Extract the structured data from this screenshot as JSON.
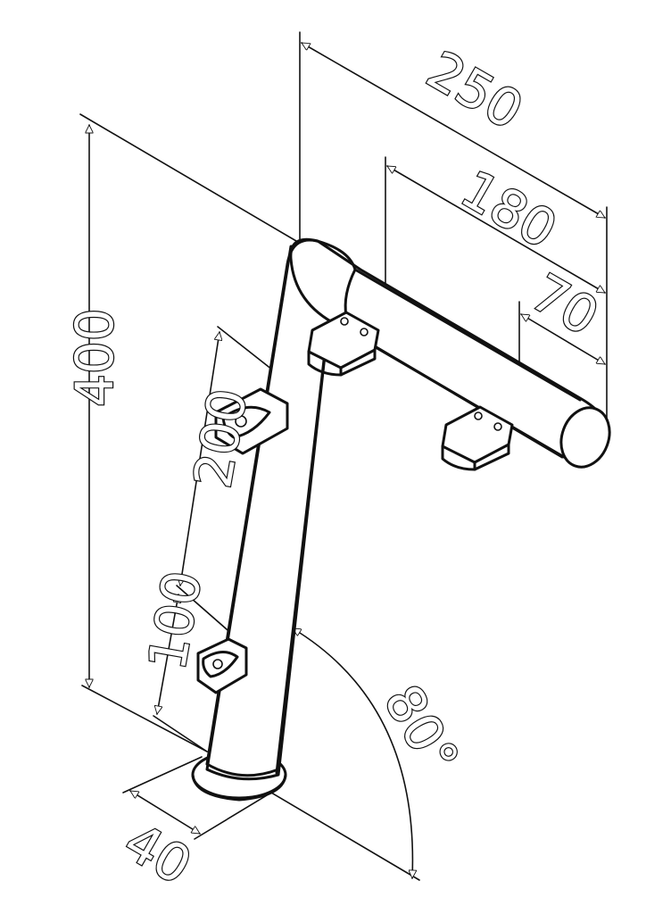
{
  "dimensions": {
    "arm_total_length": "250",
    "arm_length_a": "180",
    "arm_length_b": "70",
    "post_height": "400",
    "clamp_spacing": "200",
    "clamp_offset_bottom": "100",
    "base_diameter": "40",
    "post_angle": "80°"
  },
  "colors": {
    "line": "#111111",
    "background": "#ffffff"
  }
}
